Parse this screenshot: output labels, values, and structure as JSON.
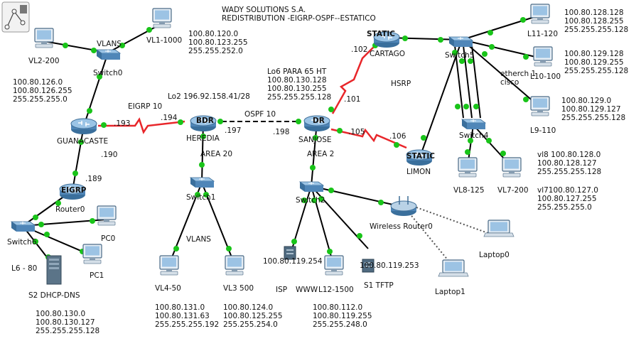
{
  "header": {
    "line1": "WADY SOLUTIONS S.A.",
    "line2": "REDISTRIBUTION -EIGRP-OSPF--ESTATICO"
  },
  "colors": {
    "link": "#000000",
    "serial": "#e8262a",
    "port": "#19c419",
    "device": "#3e7fb0"
  },
  "devices": {
    "vl2": "VL2-200",
    "vl1": "VL1-1000",
    "switch0": "Switch0",
    "guanacaste": "GUANACASTE",
    "router0": "Router0",
    "router0_badge": "EIGRP",
    "switch6": "Switch6",
    "pc0": "PC0",
    "pc1": "PC1",
    "s2": "S2 DHCP-DNS",
    "heredia": "HEREDIA",
    "heredia_badge": "BDR",
    "switch1": "Switch1",
    "vl4": "VL4-50",
    "vl3": "VL3 500",
    "sanjose": "SANJOSE",
    "sanjose_badge": "DR",
    "switch2": "Switch2",
    "isp": "ISP",
    "www": "WWW",
    "l12": "L12-1500",
    "s1": "S1 TFTP",
    "wireless": "Wireless Router0",
    "laptop0": "Laptop0",
    "laptop1": "Laptop1",
    "cartago": "CARTAGO",
    "cartago_badge": "STATIC",
    "limon": "LIMON",
    "limon_badge": "STATIC",
    "switch5": "Switch5",
    "switch4": "Switch4",
    "l11": "L11-120",
    "l10": "L10-100",
    "l9": "L9-110",
    "vl8": "VL8-125",
    "vl7": "VL7-200"
  },
  "labels": {
    "vlans_top": "VLANS",
    "vlans_bottom": "VLANS",
    "eigrp10": "EIGRP 10",
    "lo2": "Lo2 196.92.158.41/28",
    "ospf10": "OSPF 10",
    "area20": "AREA 20",
    "area2": "AREA 2",
    "hsrp": "HSRP",
    "etherch": "etherch 1\ncisco",
    "l6": "L6 - 80",
    "ip_193": ".193",
    "ip_194": ".194",
    "ip_190": ".190",
    "ip_189": ".189",
    "ip_197": ".197",
    "ip_198": ".198",
    "ip_102": ".102",
    "ip_101": ".101",
    "ip_105": ".105",
    "ip_106": ".106",
    "ip_254": "100.80.119.254",
    "ip_253": "100.80.119.253"
  },
  "notes": {
    "vl1_net": "100.80.120.0\n100.80.123.255\n255.255.252.0",
    "vl2_net": "100.80.126.0\n100.80.126.255\n255.255.255.0",
    "lo6": "Lo6 PARA 65 HT\n100.80.130.128\n100.80.130.255\n255.255.255.128",
    "l11_net": "100.80.128.128\n100.80.128.255\n255.255.255.128",
    "l10_net": "100.80.129.128\n100.80.129.255\n255.255.255.128",
    "l9_net": "100.80.129.0\n100.80.129.127\n255.255.255.128",
    "vl8_net": "vl8 100.80.128.0\n100.80.128.127\n255.255.255.128",
    "vl7_net": "vl7100.80.127.0\n100.80.127.255\n255.255.255.0",
    "s2_net": "100.80.130.0\n100.80.130.127\n255.255.255.128",
    "vl4_net": "100.80.131.0\n100.80.131.63\n255.255.255.192",
    "vl3_net": "100.80.124.0\n100.80.125.255\n255.255.254.0",
    "switch2_net": "100.80.112.0\n100.80.119.255\n255.255.248.0"
  }
}
